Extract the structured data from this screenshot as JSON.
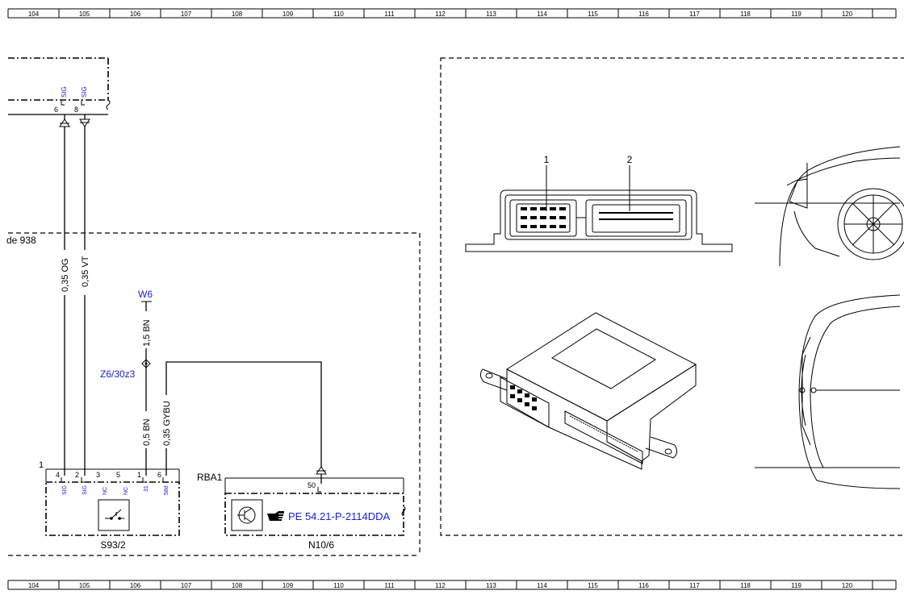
{
  "ruler": {
    "numbers": [
      "104",
      "105",
      "106",
      "107",
      "108",
      "109",
      "110",
      "111",
      "112",
      "113",
      "114",
      "115",
      "116",
      "117",
      "118",
      "119",
      "120"
    ]
  },
  "labels": {
    "side_938": "de 938",
    "pin_6_top": "6",
    "pin_8_top": "8",
    "sig_a": "SIG",
    "sig_b": "SIG",
    "wire_og": "0,35 OG",
    "wire_vt": "0,35 VT",
    "w6": "W6",
    "wire_15bn": "1,5 BN",
    "z6": "Z6/30z3",
    "wire_05bn": "0,5 BN",
    "wire_gybu": "0,35 GYBU",
    "s93_pin_group": "1",
    "s93_pins": [
      "4",
      "2",
      "3",
      "5",
      "1",
      "6"
    ],
    "s93_sigs": [
      "SIG",
      "SIG",
      "NC",
      "NC",
      "31",
      "58d"
    ],
    "s93_name": "S93/2",
    "rba1": "RBA1",
    "pin_50": "50",
    "pe_ref": "PE 54.21-P-2114DDA",
    "n10_name": "N10/6",
    "conn_1": "1",
    "conn_2": "2"
  },
  "colors": {
    "line": "#000000",
    "blue_text": "#1a22cc",
    "background": "#ffffff"
  },
  "icons": {
    "switch": "switch-icon",
    "transistor": "transistor-icon",
    "hand_pointer": "hand-pointer-icon"
  }
}
